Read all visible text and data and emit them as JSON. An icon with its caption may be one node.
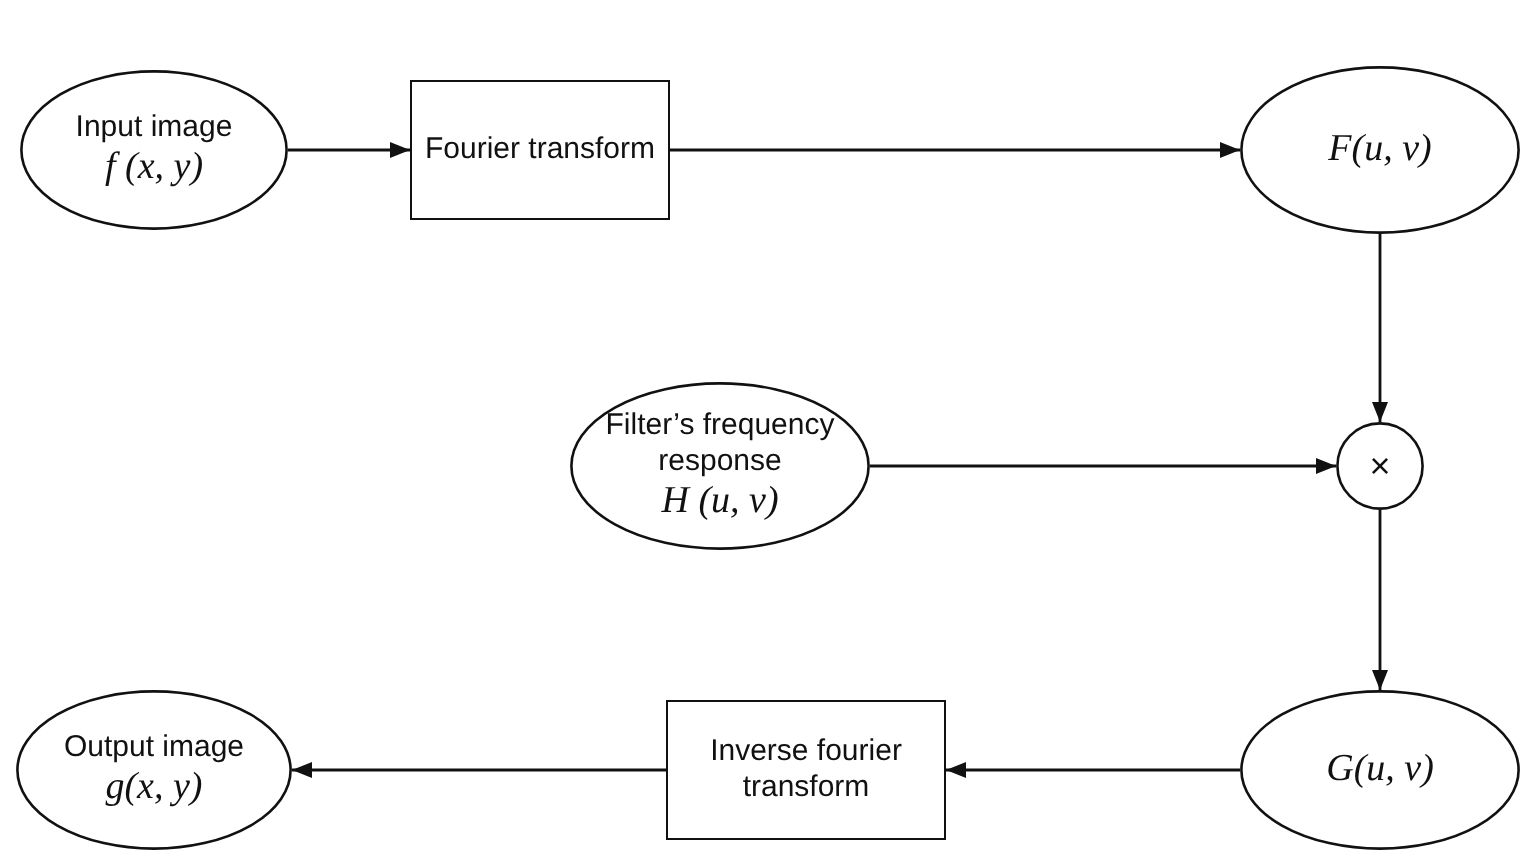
{
  "diagram": {
    "nodes": [
      {
        "text": [
          "Input image",
          "f (x, y)"
        ]
      },
      {
        "text": [
          "Fourier transform"
        ]
      },
      {
        "text": [
          "F(u, v)"
        ]
      },
      {
        "text": [
          "Filter’s frequency response",
          "H (u, v)"
        ]
      },
      {
        "text": [
          "×"
        ]
      },
      {
        "text": [
          "G(u, v)"
        ]
      },
      {
        "text": [
          "Inverse fourier transform"
        ]
      },
      {
        "text": [
          "Output image",
          "g(x, y)"
        ]
      }
    ],
    "edges": [
      {
        "from": 0,
        "to": 1,
        "arrow": "to"
      },
      {
        "from": 1,
        "to": 2,
        "arrow": "to"
      },
      {
        "from": 2,
        "to": 4,
        "arrow": "to"
      },
      {
        "from": 3,
        "to": 4,
        "arrow": "to"
      },
      {
        "from": 4,
        "to": 5,
        "arrow": "to"
      },
      {
        "from": 5,
        "to": 6,
        "arrow": "to"
      },
      {
        "from": 6,
        "to": 7,
        "arrow": "to"
      }
    ]
  }
}
